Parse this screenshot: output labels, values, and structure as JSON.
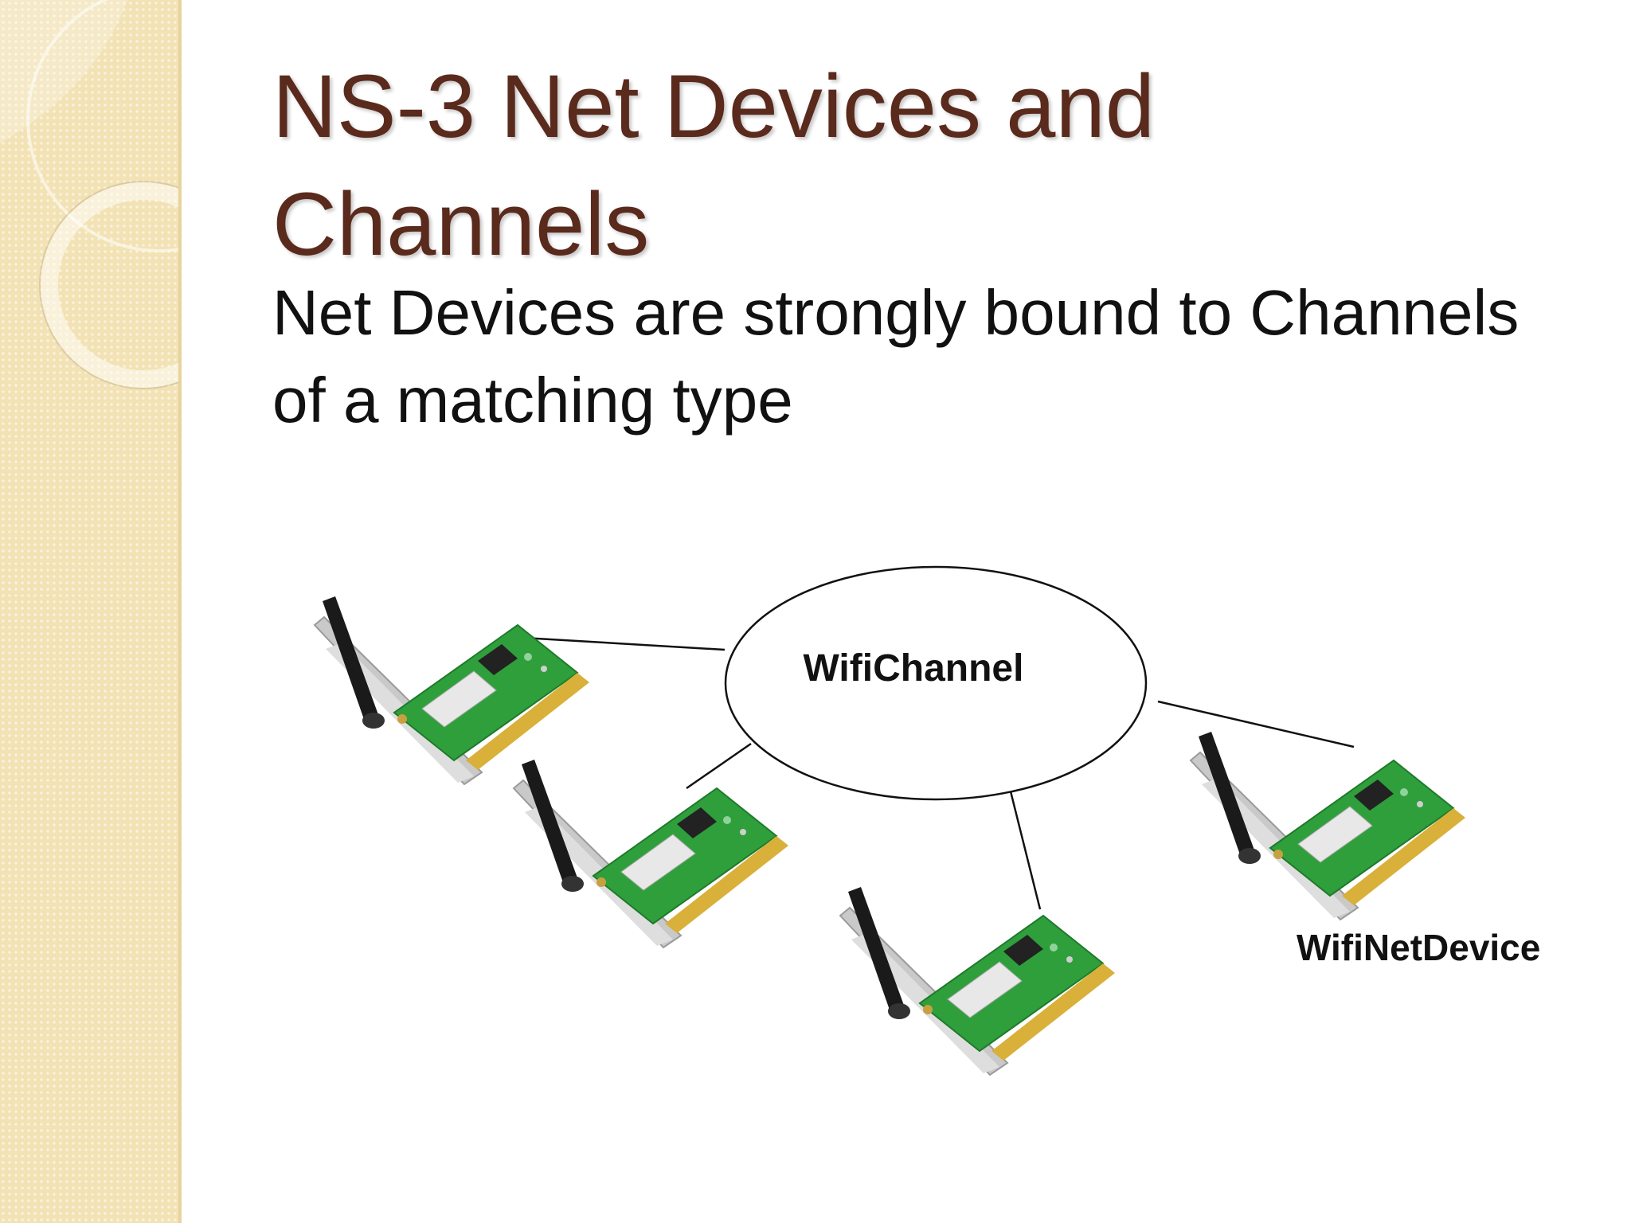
{
  "slide": {
    "title": "NS-3 Net Devices and\nChannels",
    "body": "Net Devices are strongly bound to Channels\nof a matching type"
  },
  "diagram": {
    "channel_label": "WifiChannel",
    "device_label": "WifiNetDevice",
    "devices": [
      "card-1",
      "card-2",
      "card-3",
      "card-4"
    ]
  },
  "colors": {
    "title": "#5a2a1c",
    "body": "#111111",
    "sidebar": "#f2e2b4",
    "pcb": "#2f9f3c",
    "bracket": "#c9c9c9",
    "antenna": "#1a1a1a"
  },
  "icons": [
    "wifi-card-icon",
    "decorative-circle-icon"
  ]
}
